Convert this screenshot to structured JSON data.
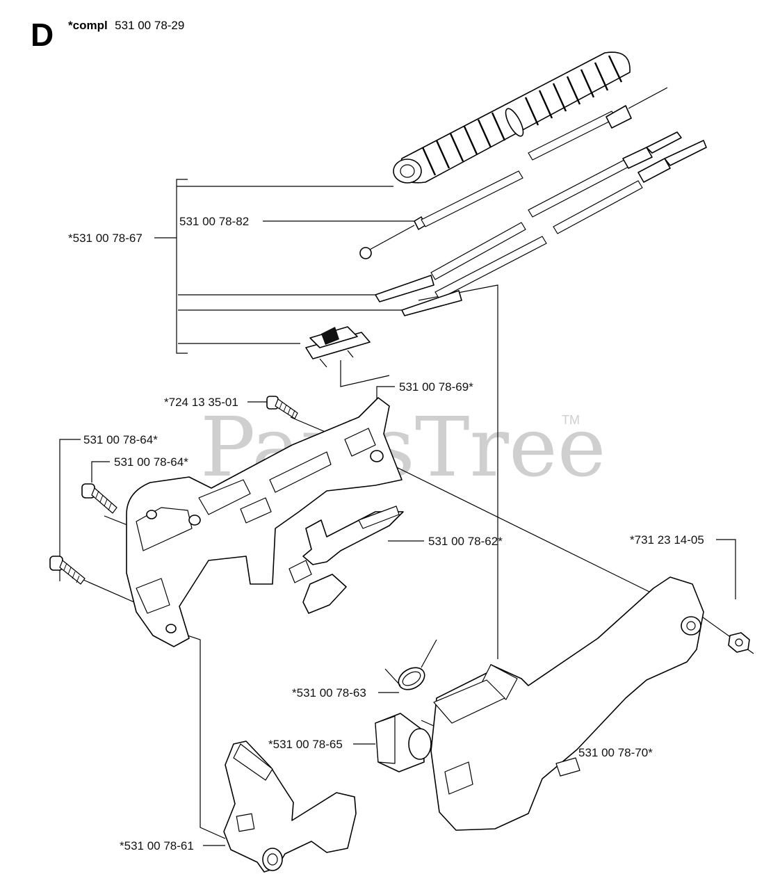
{
  "header": {
    "section_letter": "D",
    "compl_prefix": "*compl",
    "compl_number": "531 00 78-29"
  },
  "watermark": {
    "text": "PartsTree",
    "trademark": "TM"
  },
  "parts": [
    {
      "id": "p67",
      "label": "*531 00 78-67"
    },
    {
      "id": "p82",
      "label": "531 00 78-82"
    },
    {
      "id": "p69",
      "label": "531 00 78-69*"
    },
    {
      "id": "p724",
      "label": "*724 13 35-01"
    },
    {
      "id": "p64a",
      "label": "531 00 78-64*"
    },
    {
      "id": "p64b",
      "label": "531 00 78-64*"
    },
    {
      "id": "p62",
      "label": "531 00 78-62*"
    },
    {
      "id": "p731",
      "label": "*731 23 14-05"
    },
    {
      "id": "p63",
      "label": "*531 00 78-63"
    },
    {
      "id": "p65",
      "label": "*531 00 78-65"
    },
    {
      "id": "p70",
      "label": "531 00 78-70*"
    },
    {
      "id": "p61",
      "label": "*531 00 78-61"
    }
  ]
}
